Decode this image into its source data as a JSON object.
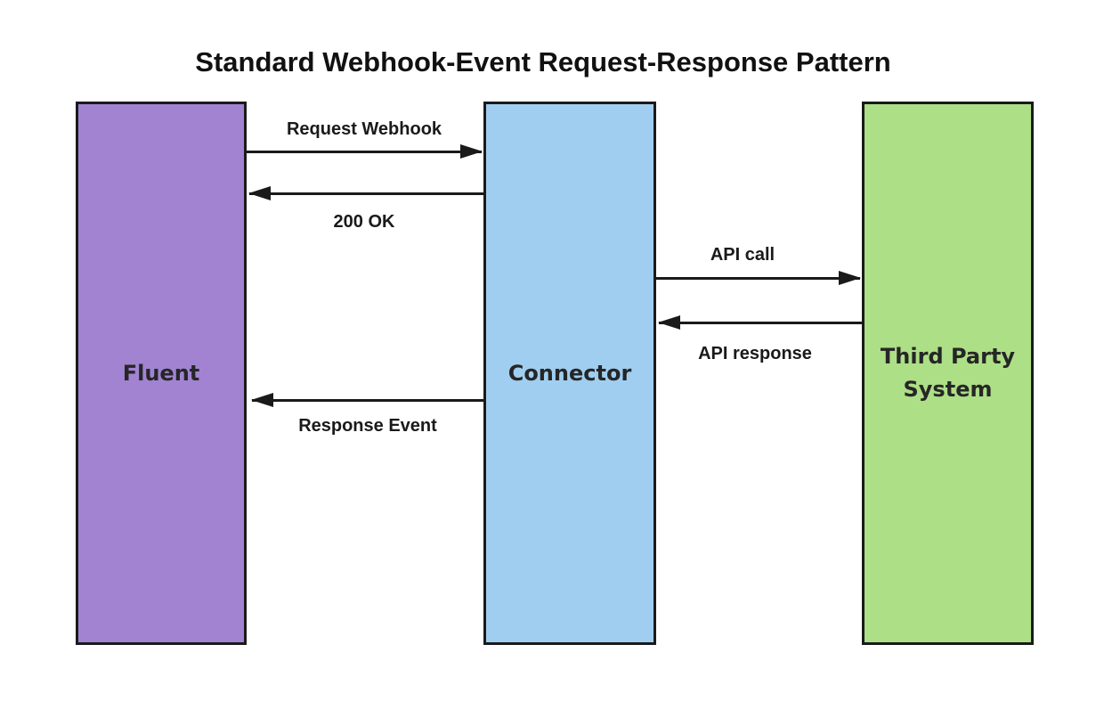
{
  "title": "Standard Webhook-Event Request-Response Pattern",
  "colors": {
    "fluent_box": "#a183d2",
    "connector_box": "#a0cef0",
    "third_party_box": "#addf86",
    "border": "#1a1a1a",
    "arrow": "#1a1a1a",
    "text": "#1a1a1a"
  },
  "boxes": {
    "fluent": {
      "label": "Fluent"
    },
    "connector": {
      "label": "Connector"
    },
    "third_party": {
      "label": "Third Party System"
    }
  },
  "arrows": [
    {
      "label": "Request Webhook",
      "from": "Fluent",
      "to": "Connector",
      "direction": "right"
    },
    {
      "label": "200 OK",
      "from": "Connector",
      "to": "Fluent",
      "direction": "left"
    },
    {
      "label": "API call",
      "from": "Connector",
      "to": "Third Party System",
      "direction": "right"
    },
    {
      "label": "API response",
      "from": "Third Party System",
      "to": "Connector",
      "direction": "left"
    },
    {
      "label": "Response Event",
      "from": "Connector",
      "to": "Fluent",
      "direction": "left"
    }
  ]
}
